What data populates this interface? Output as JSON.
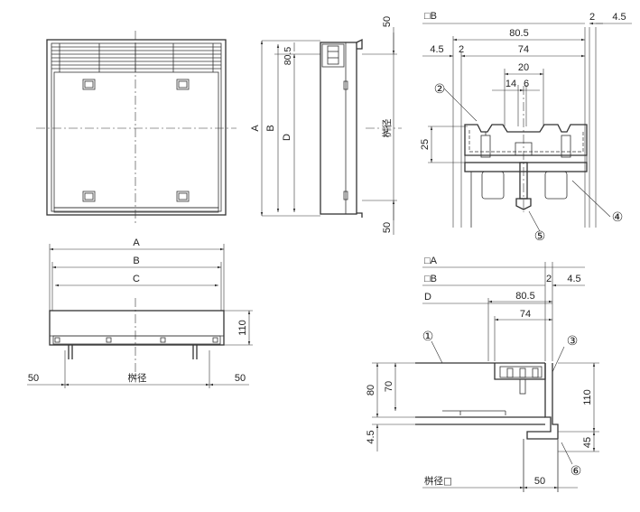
{
  "views": {
    "plan": {},
    "front_section": {
      "dim_a": "A",
      "dim_b": "B",
      "dim_d": "D",
      "dim_top": "80.5",
      "dim_50_top": "50",
      "dim_50_bottom": "50",
      "label_masu": "桝径"
    },
    "front_elevation": {
      "dim_a": "A",
      "dim_b": "B",
      "dim_c": "C",
      "dim_110": "110",
      "dim_50_left": "50",
      "dim_50_right": "50",
      "label_masu": "桝径"
    },
    "detail_top": {
      "label_b": "□B",
      "dim_2": "2",
      "dim_45": "4.5",
      "dim_805": "80.5",
      "dim_45_left": "4.5",
      "dim_2_left": "2",
      "dim_74": "74",
      "dim_20": "20",
      "dim_14": "14",
      "dim_6": "6",
      "dim_25": "25"
    },
    "detail_bottom": {
      "label_a": "□A",
      "label_b": "□B",
      "label_d": "D",
      "dim_2": "2",
      "dim_45": "4.5",
      "dim_805": "80.5",
      "dim_74": "74",
      "dim_80": "80",
      "dim_70": "70",
      "dim_45_left": "4.5",
      "dim_110": "110",
      "dim_45_right": "45",
      "dim_50": "50",
      "label_masu": "桝径□"
    }
  },
  "callouts": {
    "c1": "①",
    "c2": "②",
    "c3": "③",
    "c4": "④",
    "c5": "⑤",
    "c6": "⑥"
  }
}
